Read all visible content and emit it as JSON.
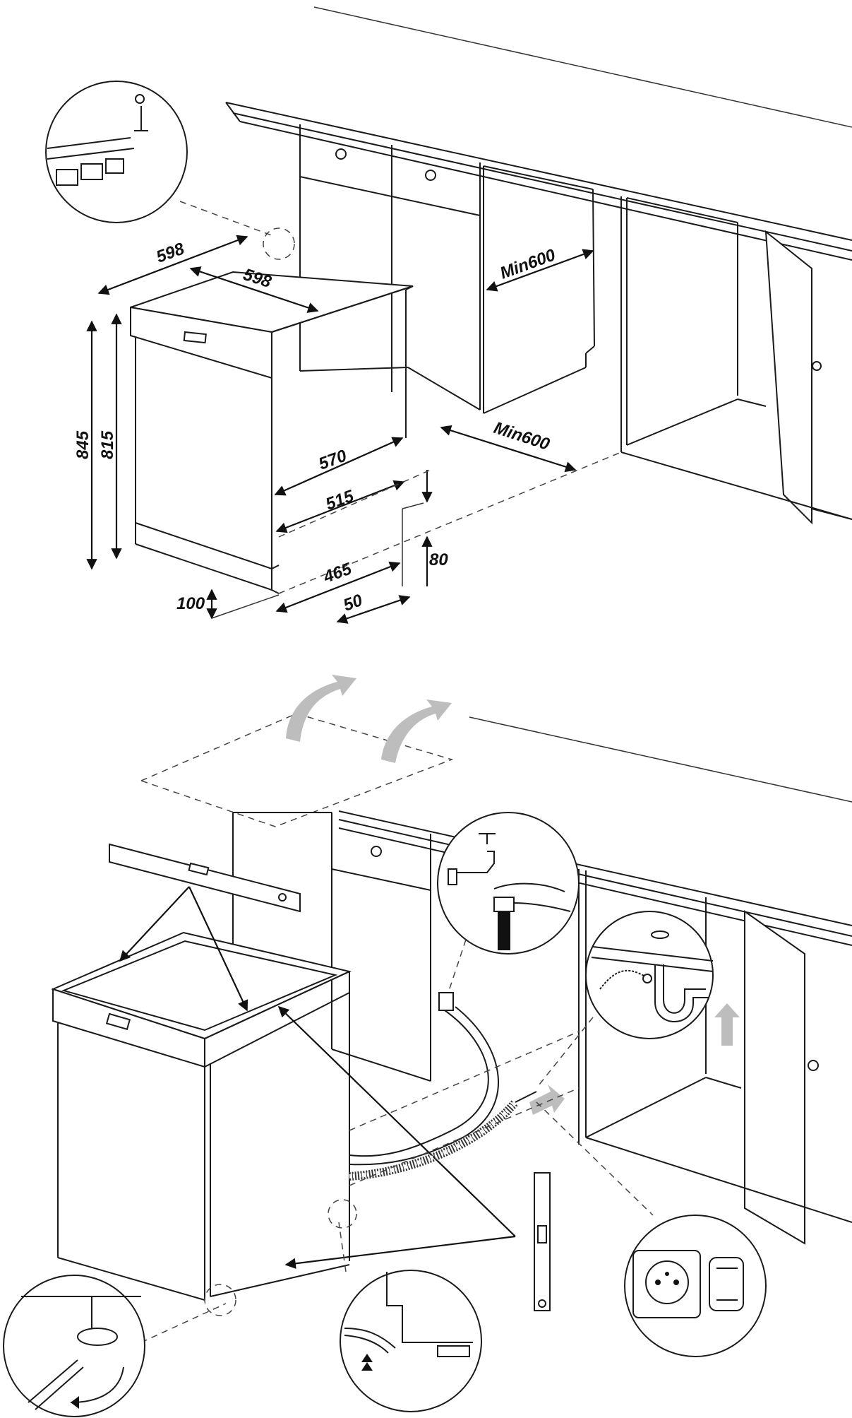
{
  "dimensions": {
    "width_outer": "598",
    "width_inner": "598",
    "height_total": "845",
    "height_body": "815",
    "depth_570": "570",
    "depth_515": "515",
    "depth_465": "465",
    "gap_50": "50",
    "height_80": "80",
    "plinth_100": "100",
    "niche_width": "Min600",
    "floor_width": "Min600"
  }
}
